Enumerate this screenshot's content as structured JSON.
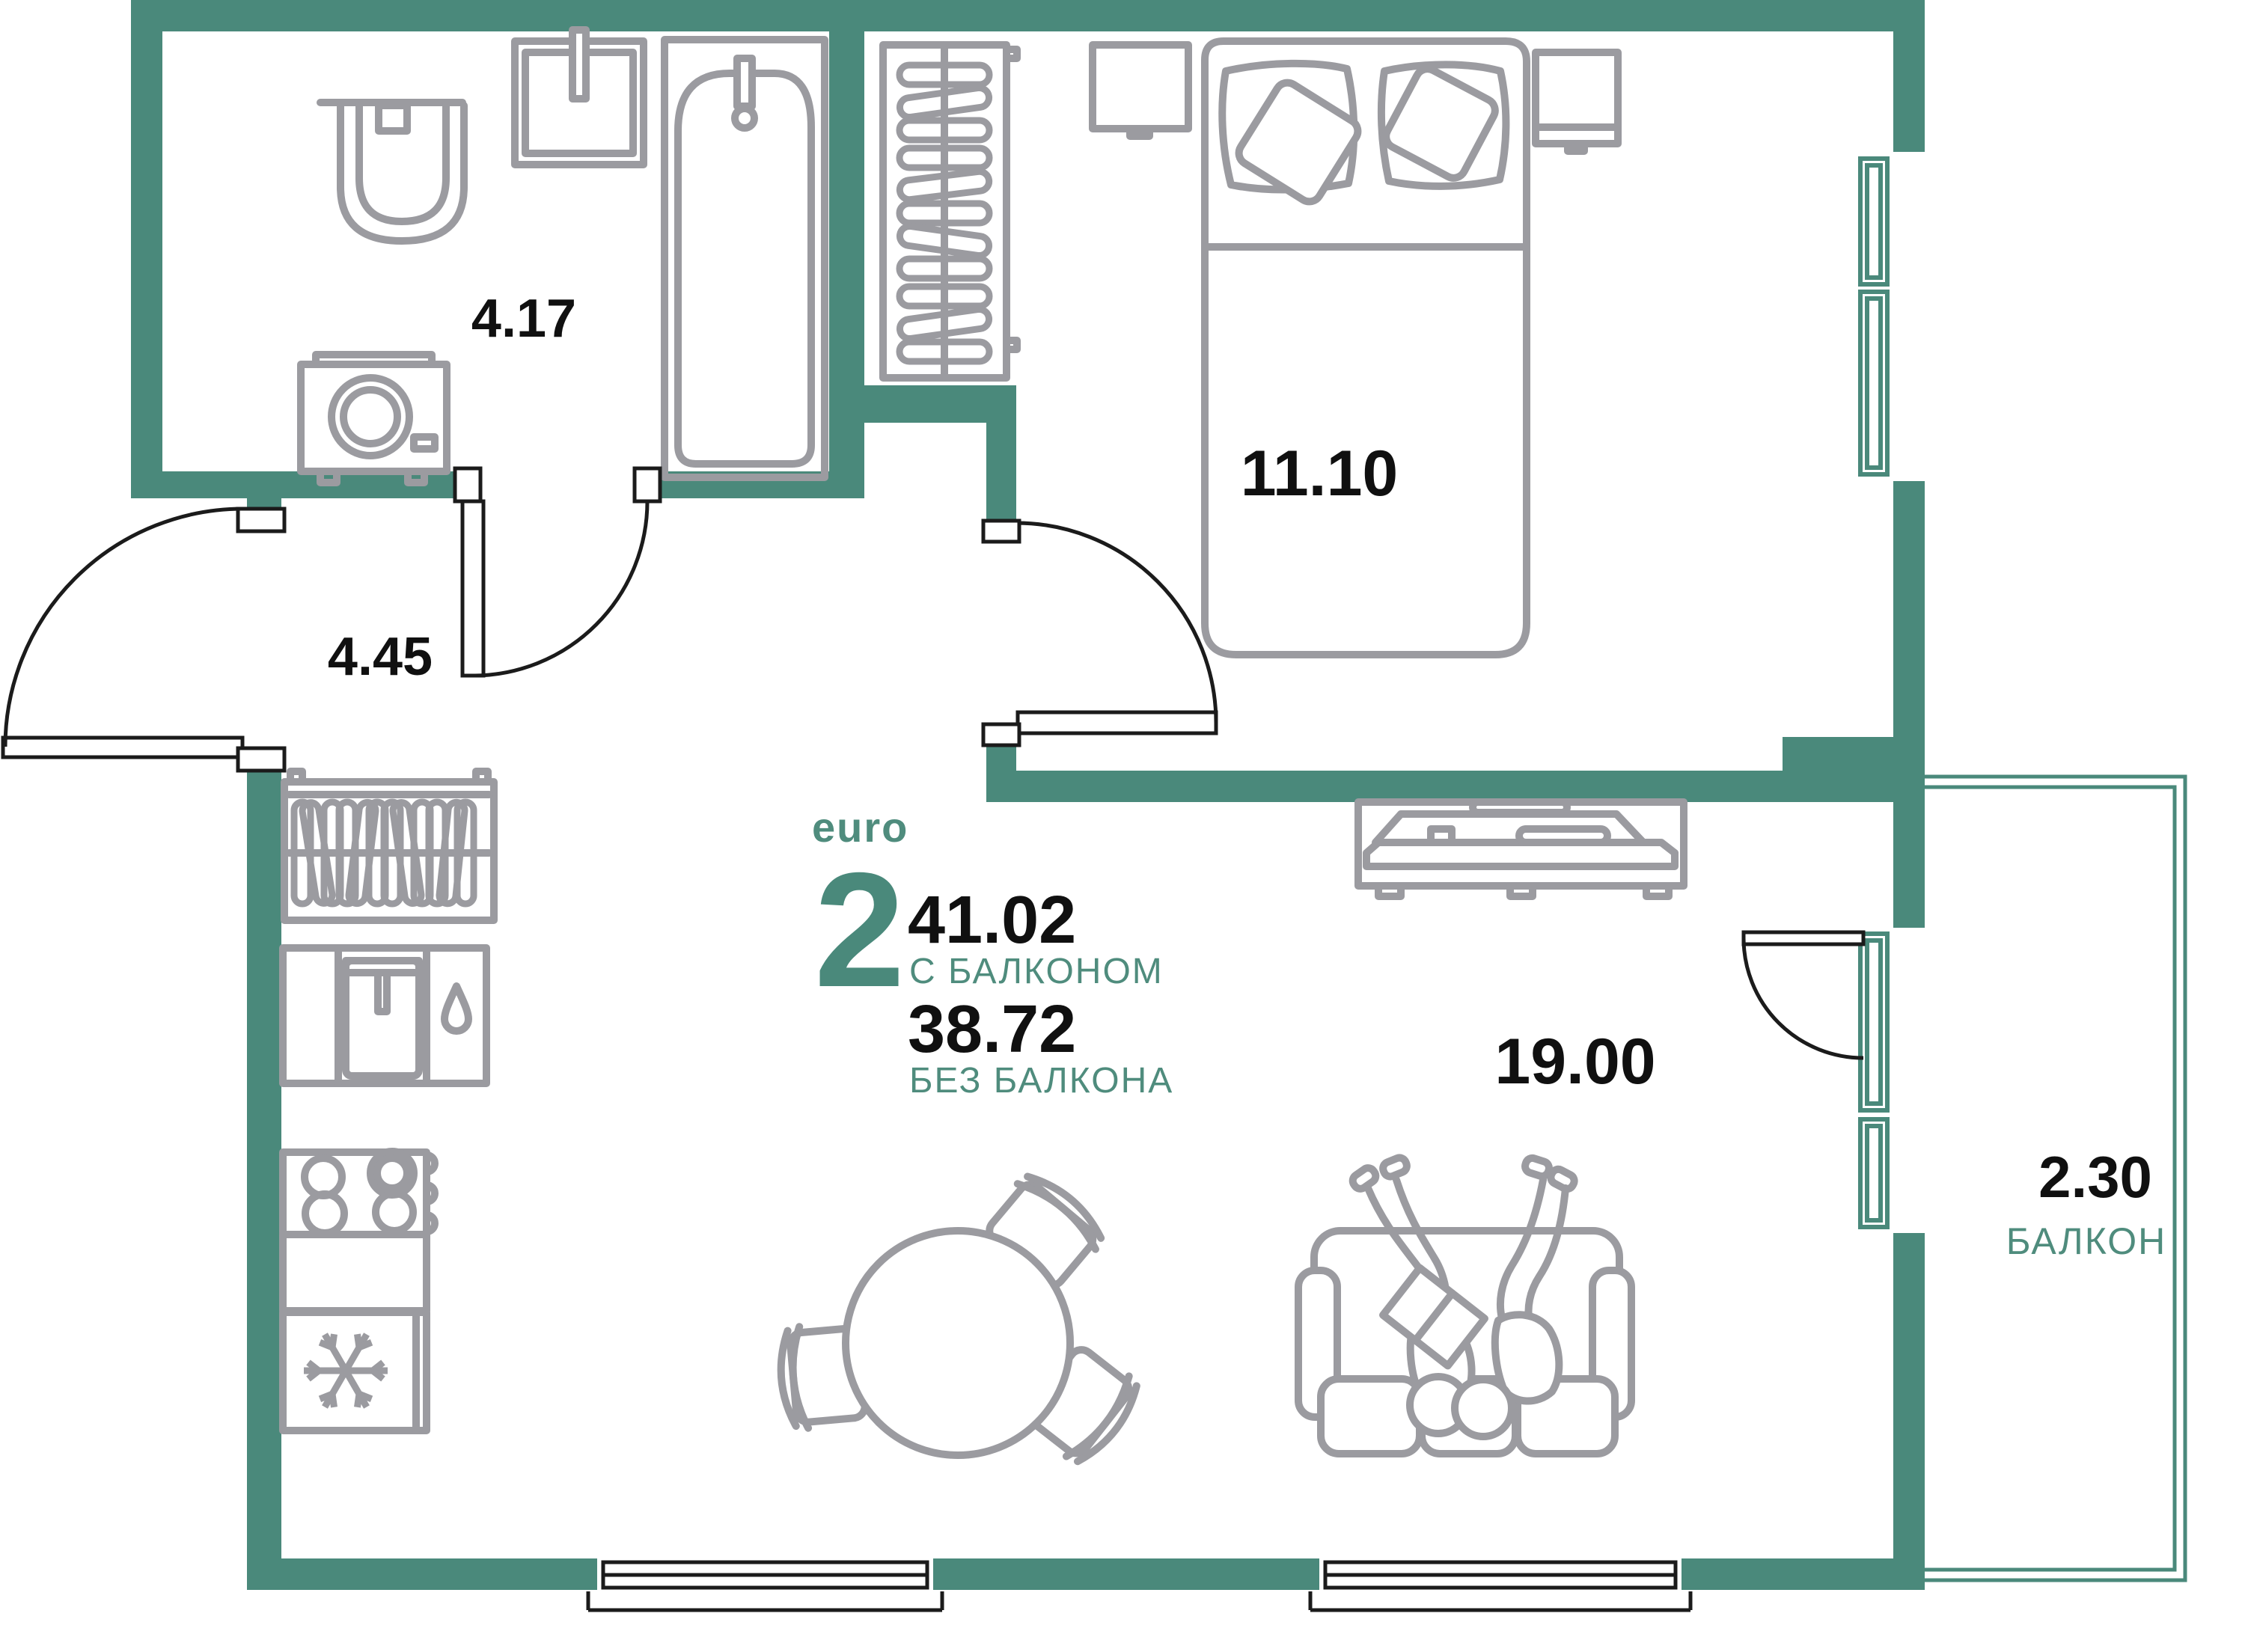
{
  "plan": {
    "unit_type_label": "euro",
    "unit_rooms_number": "2",
    "area_with_balcony": "41.02",
    "area_with_balcony_label": "С БАЛКОНОМ",
    "area_without_balcony": "38.72",
    "area_without_balcony_label": "БЕЗ БАЛКОНА",
    "rooms": {
      "bathroom": {
        "area": "4.17"
      },
      "hallway": {
        "area": "4.45"
      },
      "bedroom": {
        "area": "11.10"
      },
      "living_kitchen": {
        "area": "19.00"
      },
      "balcony": {
        "area": "2.30",
        "label": "БАЛКОН"
      }
    },
    "colors": {
      "wall": "#4A897B",
      "accent_text": "#4F8C7D",
      "furniture_line": "#9B9BA0",
      "door_line": "#1b1b1b",
      "background": "#FFFFFF",
      "room_number_text": "#101010"
    },
    "furniture_icons": [
      "toilet-icon",
      "washing-machine-icon",
      "bath-sink-icon",
      "bathtub-icon",
      "wardrobe-hangers-icon",
      "nightstand-icon",
      "bed-icon",
      "pillow-icon",
      "window-icon",
      "entrance-door-icon",
      "interior-door-icon",
      "balcony-door-icon",
      "hall-closet-hangers-icon",
      "kitchen-counter-icon",
      "kitchen-sink-icon",
      "water-drop-icon",
      "stove-icon",
      "fridge-snowflake-icon",
      "dining-table-icon",
      "chair-icon",
      "tv-stand-icon",
      "sofa-icon",
      "person-icon",
      "balcony-rail-icon"
    ]
  }
}
